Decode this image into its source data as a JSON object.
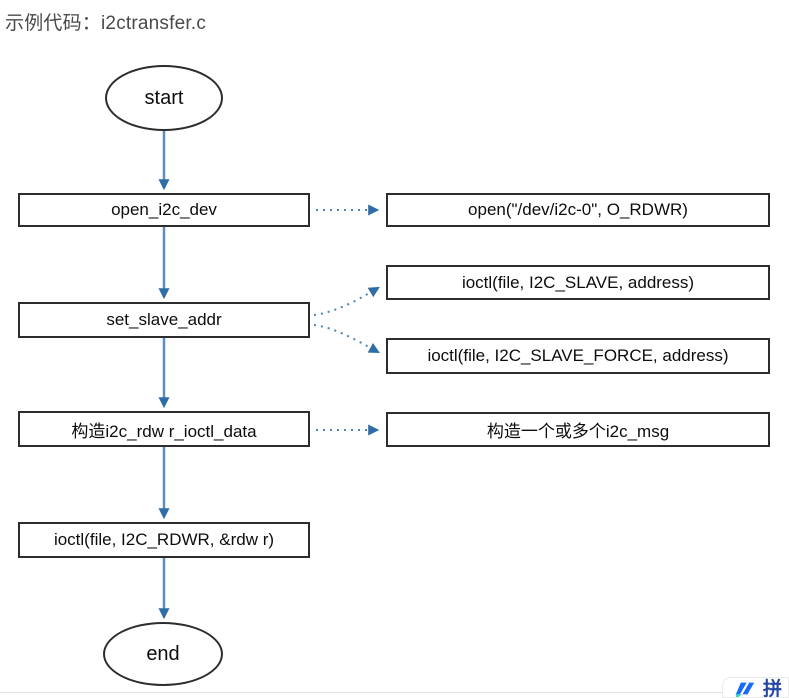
{
  "page": {
    "title": "示例代码：i2ctransfer.c"
  },
  "flowchart": {
    "nodes": {
      "start": {
        "label": "start"
      },
      "open_i2c_dev": {
        "label": "open_i2c_dev"
      },
      "open_call": {
        "label": "open(\"/dev/i2c-0\", O_RDWR)"
      },
      "set_slave_addr": {
        "label": "set_slave_addr"
      },
      "ioctl_slave": {
        "label": "ioctl(file, I2C_SLAVE, address)"
      },
      "ioctl_slave_force": {
        "label": "ioctl(file, I2C_SLAVE_FORCE, address)"
      },
      "build_rdwr_data": {
        "label": "构造i2c_rdw r_ioctl_data"
      },
      "build_msgs": {
        "label": "构造一个或多个i2c_msg"
      },
      "ioctl_rdwr": {
        "label": "ioctl(file, I2C_RDWR, &rdw r)"
      },
      "end": {
        "label": "end"
      }
    },
    "colors": {
      "arrow_line": "#5b8fc3",
      "arrow_head": "#2f6da6",
      "node_border": "#2d2d2d"
    }
  },
  "ime": {
    "mode_label": "拼",
    "logo_blue": "#1a6af2",
    "logo_teal": "#2fd9c0",
    "text_color": "#2446a5"
  }
}
